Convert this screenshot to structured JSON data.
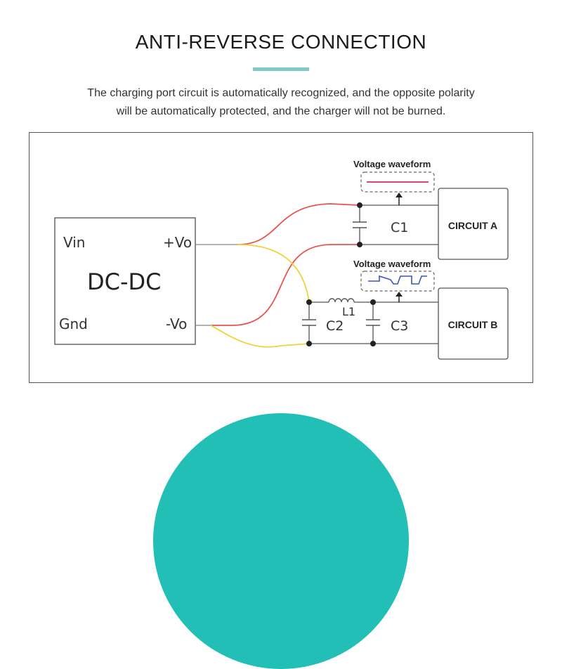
{
  "header": {
    "title": "ANTI-REVERSE CONNECTION",
    "subtitle_line1": "The charging port circuit is automatically recognized, and the opposite polarity",
    "subtitle_line2": "will be automatically protected, and the charger will not be burned."
  },
  "diagram": {
    "dcdc_label": "DC-DC",
    "vin_label": "Vin",
    "vo_plus_label": "+Vo",
    "gnd_label": "Gnd",
    "vo_minus_label": "-Vo",
    "waveform_a_label": "Voltage waveform",
    "waveform_b_label": "Voltage waveform",
    "c1_label": "C1",
    "c2_label": "C2",
    "c3_label": "C3",
    "l1_label": "L1",
    "circuit_a_label": "CIRCUIT A",
    "circuit_b_label": "CIRCUIT B",
    "colors": {
      "red_wire": "#e8534f",
      "yellow_wire": "#f0d23a",
      "wave_a": "#e0447a",
      "wave_b": "#3a52c8",
      "accent": "#7fc8c4",
      "teal_circle": "#21bfb5"
    }
  }
}
